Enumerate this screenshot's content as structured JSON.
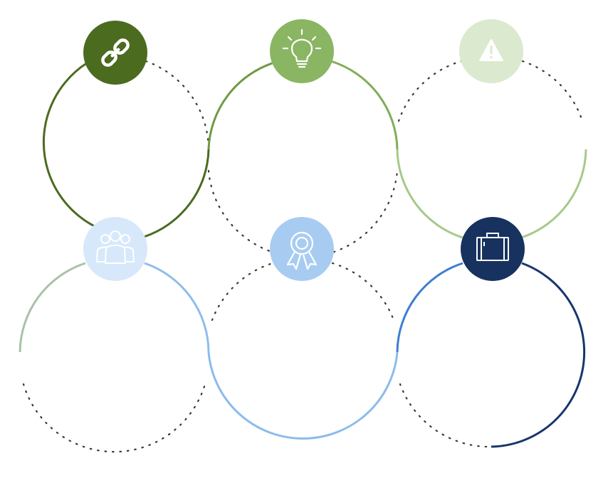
{
  "colors": {
    "background": "#ffffff",
    "dark_green": "#4b6b1f",
    "mid_green": "#8ab563",
    "light_green": "#dbe9cf",
    "pale_blue": "#d7e8fb",
    "mid_blue": "#a8ccf1",
    "navy": "#17325f",
    "arc_dark_green": "#4b6b1f",
    "arc_mid_green": "#80ae58",
    "arc_light_green": "#a7c98b",
    "arc_light_blue": "#90bdea",
    "arc_blue": "#2f6fc4",
    "arc_navy": "#17366c",
    "dots": "#3a3a2a"
  },
  "nodes": [
    {
      "id": "link",
      "icon": "link-icon"
    },
    {
      "id": "idea",
      "icon": "lightbulb-icon"
    },
    {
      "id": "warning",
      "icon": "warning-icon"
    },
    {
      "id": "team",
      "icon": "people-icon"
    },
    {
      "id": "award",
      "icon": "award-ribbon-icon"
    },
    {
      "id": "business",
      "icon": "briefcase-icon"
    }
  ]
}
